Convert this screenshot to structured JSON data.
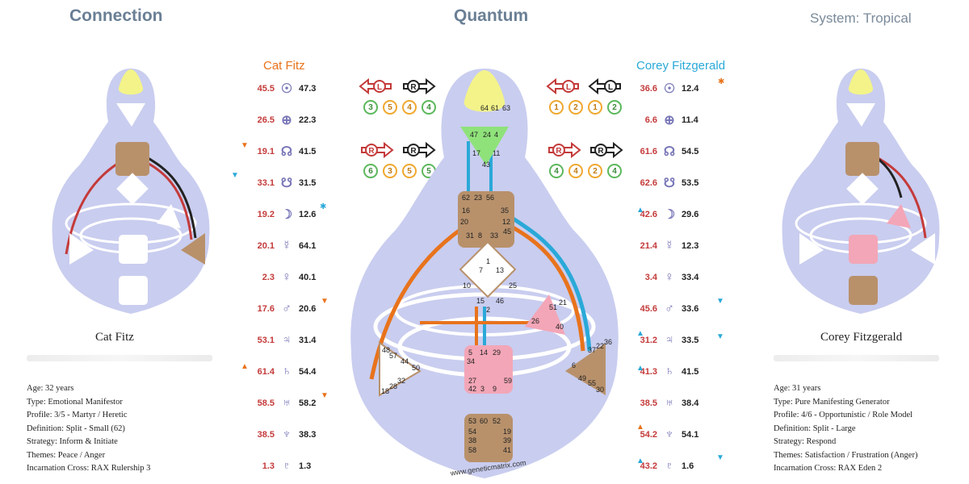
{
  "headers": {
    "left": "Connection",
    "center": "Quantum",
    "right": "System: Tropical"
  },
  "person_a": {
    "label": "Cat Fitz",
    "name": "Cat Fitz",
    "info": [
      "Age: 32 years",
      "Type: Emotional Manifestor",
      "Profile: 3/5 - Martyr / Heretic",
      "Definition: Split - Small (62)",
      "Strategy: Inform & Initiate",
      "Themes: Peace / Anger",
      "Incarnation Cross: RAX Rulership 3"
    ],
    "planets": [
      {
        "design": "45.5",
        "symbol": "☉",
        "personality": "47.3"
      },
      {
        "design": "26.5",
        "symbol": "⊕",
        "personality": "22.3"
      },
      {
        "design": "19.1",
        "symbol": "☊",
        "personality": "41.5"
      },
      {
        "design": "33.1",
        "symbol": "☋",
        "personality": "31.5"
      },
      {
        "design": "19.2",
        "symbol": "☽",
        "personality": "12.6"
      },
      {
        "design": "20.1",
        "symbol": "☿",
        "personality": "64.1"
      },
      {
        "design": "2.3",
        "symbol": "♀",
        "personality": "40.1"
      },
      {
        "design": "17.6",
        "symbol": "♂",
        "personality": "20.6"
      },
      {
        "design": "53.1",
        "symbol": "♃",
        "personality": "31.4"
      },
      {
        "design": "61.4",
        "symbol": "♄",
        "personality": "54.4"
      },
      {
        "design": "58.5",
        "symbol": "♅",
        "personality": "58.2"
      },
      {
        "design": "38.5",
        "symbol": "♆",
        "personality": "38.3"
      },
      {
        "design": "1.3",
        "symbol": "♇",
        "personality": "1.3"
      }
    ]
  },
  "person_b": {
    "label": "Corey Fitzgerald",
    "name": "Corey Fitzgerald",
    "info": [
      "Age: 31 years",
      "Type: Pure Manifesting Generator",
      "Profile: 4/6 - Opportunistic / Role Model",
      "Definition: Split - Large",
      "Strategy: Respond",
      "Themes: Satisfaction / Frustration (Anger)",
      "Incarnation Cross: RAX Eden 2"
    ],
    "planets": [
      {
        "design": "36.6",
        "symbol": "☉",
        "personality": "12.4"
      },
      {
        "design": "6.6",
        "symbol": "⊕",
        "personality": "11.4"
      },
      {
        "design": "61.6",
        "symbol": "☊",
        "personality": "54.5"
      },
      {
        "design": "62.6",
        "symbol": "☋",
        "personality": "53.5"
      },
      {
        "design": "42.6",
        "symbol": "☽",
        "personality": "29.6"
      },
      {
        "design": "21.4",
        "symbol": "☿",
        "personality": "12.3"
      },
      {
        "design": "3.4",
        "symbol": "♀",
        "personality": "33.4"
      },
      {
        "design": "45.6",
        "symbol": "♂",
        "personality": "33.6"
      },
      {
        "design": "31.2",
        "symbol": "♃",
        "personality": "33.5"
      },
      {
        "design": "41.3",
        "symbol": "♄",
        "personality": "41.5"
      },
      {
        "design": "38.5",
        "symbol": "♅",
        "personality": "38.4"
      },
      {
        "design": "54.2",
        "symbol": "♆",
        "personality": "54.1"
      },
      {
        "design": "43.2",
        "symbol": "♇",
        "personality": "1.6"
      }
    ]
  },
  "variables": {
    "a_top_arrows": [
      "L",
      "R"
    ],
    "a_top_numbers": [
      "3",
      "5",
      "4",
      "4"
    ],
    "a_bottom_arrows": [
      "R",
      "R"
    ],
    "a_bottom_numbers": [
      "6",
      "3",
      "5",
      "5"
    ],
    "b_top_arrows": [
      "L",
      "L"
    ],
    "b_top_numbers": [
      "1",
      "2",
      "1",
      "2"
    ],
    "b_bottom_arrows": [
      "R",
      "R"
    ],
    "b_bottom_numbers": [
      "4",
      "4",
      "2",
      "4"
    ]
  },
  "gates_center": {
    "head": [
      "64",
      "61",
      "63"
    ],
    "ajna": [
      "47",
      "24",
      "4",
      "17",
      "11",
      "43"
    ],
    "throat": [
      "62",
      "23",
      "56",
      "16",
      "35",
      "20",
      "12",
      "31",
      "8",
      "33",
      "45"
    ],
    "g": [
      "7",
      "1",
      "13",
      "10",
      "25",
      "15",
      "46",
      "2"
    ],
    "heart": [
      "51",
      "21",
      "26",
      "40"
    ],
    "spleen": [
      "48",
      "57",
      "44",
      "50",
      "32",
      "28",
      "18"
    ],
    "sacral": [
      "5",
      "14",
      "29",
      "34",
      "27",
      "59",
      "42",
      "3",
      "9"
    ],
    "solar": [
      "37",
      "22",
      "36",
      "6",
      "49",
      "55",
      "30"
    ],
    "root": [
      "53",
      "60",
      "52",
      "54",
      "19",
      "38",
      "39",
      "58",
      "41"
    ]
  },
  "watermark": "www.geneticmatrix.com",
  "colors": {
    "design_red": "#c43a3a",
    "personality_black": "#222222",
    "orange": "#e8731c",
    "blue": "#2aa9d8",
    "body_fill": "#c9cdef",
    "head_yellow": "#f3f38a",
    "ajna_green": "#8fe27a",
    "center_brown": "#b8916b",
    "center_pink": "#f3a6b7"
  }
}
